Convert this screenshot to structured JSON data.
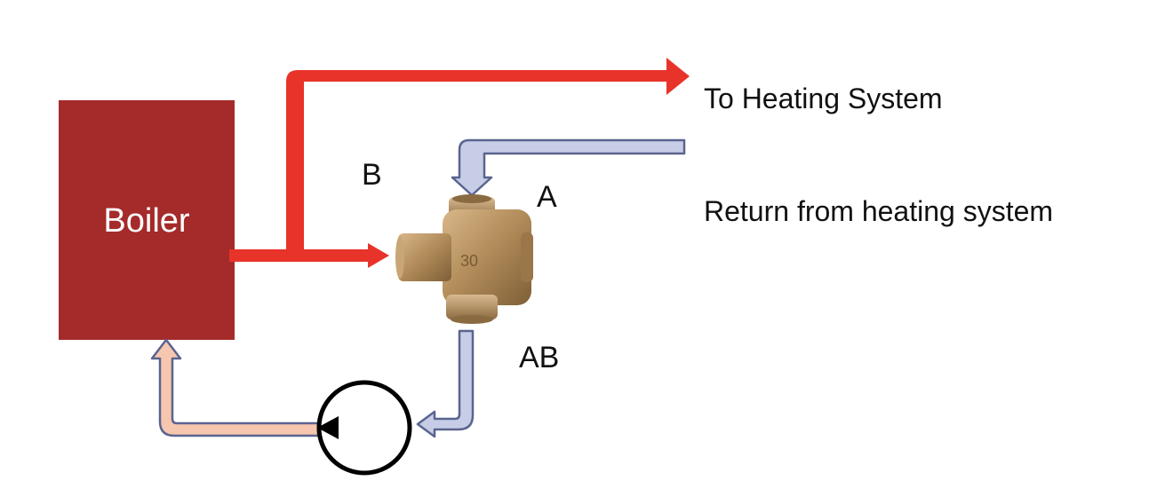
{
  "labels": {
    "boiler": "Boiler",
    "to_heating": "To Heating System",
    "return_from_heating": "Return from heating system",
    "port_b": "B",
    "port_a": "A",
    "port_ab": "AB"
  },
  "colors": {
    "boiler": "#a52a2a",
    "hot_flow": "#e8332a",
    "return_flow_fill": "#c7cde6",
    "return_flow_outline": "#5a6490",
    "boiler_return_fill": "#f6c6ae",
    "boiler_return_outline": "#5a6490",
    "valve_body": "#b08a58",
    "pump_outline": "#000000"
  }
}
